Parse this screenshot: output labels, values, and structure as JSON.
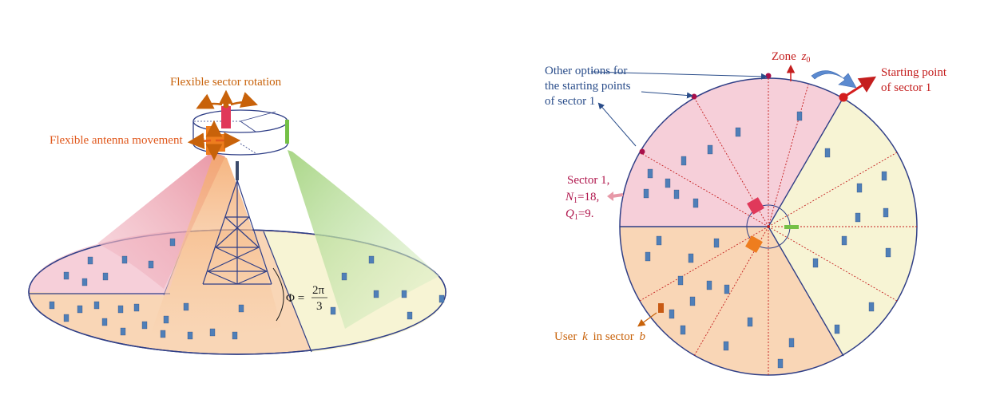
{
  "left_figure": {
    "labels": {
      "rotation": "Flexible sector rotation",
      "movement": "Flexible antenna movement",
      "phi_lhs": "Φ =",
      "phi_num": "2π",
      "phi_den": "3"
    }
  },
  "right_figure": {
    "labels": {
      "other_options_1": "Other options for",
      "other_options_2": "the starting points",
      "other_options_3": "of sector 1",
      "zone": "Zone",
      "zone_var": "z",
      "zone_sub": "0",
      "start_1": "Starting point",
      "start_2": "of sector 1",
      "sector_title": "Sector 1,",
      "sector_n_var": "N",
      "sector_n_sub": "1",
      "sector_n_val": "=18,",
      "sector_q_var": "Q",
      "sector_q_sub": "1",
      "sector_q_val": "=9.",
      "user_1": "User",
      "user_k": "k",
      "user_2": "in sector",
      "user_b": "b"
    }
  },
  "colors": {
    "sector_pink": "#f6cfd9",
    "sector_orange": "#f9d6b6",
    "sector_yellow": "#f7f4d4",
    "beam_pink": "#e8909f",
    "beam_orange": "#f4b27e",
    "beam_green": "#b8dc97",
    "outline_blue": "#2f3e86",
    "user_blue": "#4f7fb8",
    "label_orange": "#c8620a",
    "label_red": "#c41e1e",
    "label_crimson": "#b0174d",
    "label_navy": "#2a4d8a",
    "arrow_orange": "#e0581c",
    "user_highlight": "#c85a14"
  },
  "icons": {
    "user": "antenna-user-icon",
    "rotation": "curved-arrow-icon"
  }
}
